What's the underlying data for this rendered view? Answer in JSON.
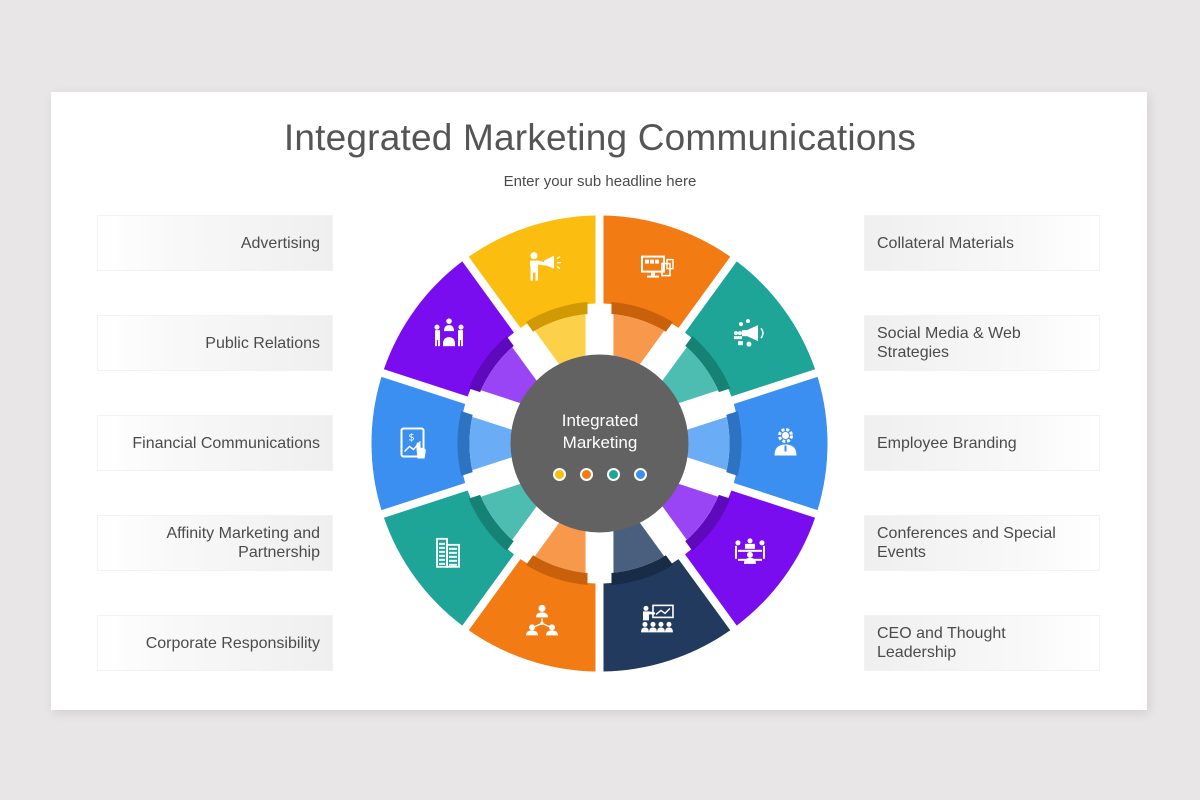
{
  "title": "Integrated Marketing Communications",
  "subtitle": "Enter your sub headline here",
  "center": {
    "line1": "Integrated",
    "line2": "Marketing",
    "fill": "#626262",
    "dots": [
      "#fbbd0f",
      "#f37b14",
      "#1ea597",
      "#3b8ff0"
    ]
  },
  "left_labels": [
    {
      "text": "Advertising"
    },
    {
      "text": "Public Relations"
    },
    {
      "text": "Financial Communications"
    },
    {
      "text": "Affinity Marketing and Partnership"
    },
    {
      "text": "Corporate Responsibility"
    }
  ],
  "right_labels": [
    {
      "text": "Collateral Materials"
    },
    {
      "text": "Social Media & Web Strategies"
    },
    {
      "text": "Employee Branding"
    },
    {
      "text": "Conferences and Special Events"
    },
    {
      "text": "CEO and Thought Leadership"
    }
  ],
  "segments": [
    {
      "name": "collateral-materials",
      "color": "#f37b14",
      "neck": "#f8984a",
      "shade": "#c9610c",
      "icon": "monitor-devices-icon"
    },
    {
      "name": "social-media-web",
      "color": "#1ea597",
      "neck": "#4dbdb1",
      "shade": "#168276",
      "icon": "social-megaphone-icon"
    },
    {
      "name": "employee-branding",
      "color": "#3b8ff0",
      "neck": "#6aacf5",
      "shade": "#2e72c2",
      "icon": "employee-gear-icon"
    },
    {
      "name": "conferences-events",
      "color": "#7a0cf0",
      "neck": "#9a45f5",
      "shade": "#5f09bd",
      "icon": "conference-table-icon"
    },
    {
      "name": "ceo-thought-leadership",
      "color": "#213a5e",
      "neck": "#4a5f7e",
      "shade": "#182b47",
      "icon": "presentation-audience-icon"
    },
    {
      "name": "corporate-responsibility",
      "color": "#f37b14",
      "neck": "#f8984a",
      "shade": "#c9610c",
      "icon": "org-hierarchy-icon"
    },
    {
      "name": "affinity-marketing",
      "color": "#1ea597",
      "neck": "#4dbdb1",
      "shade": "#168276",
      "icon": "buildings-icon"
    },
    {
      "name": "financial-communications",
      "color": "#3b8ff0",
      "neck": "#6aacf5",
      "shade": "#2e72c2",
      "icon": "tablet-finance-icon"
    },
    {
      "name": "public-relations",
      "color": "#7a0cf0",
      "neck": "#9a45f5",
      "shade": "#5f09bd",
      "icon": "press-conference-icon"
    },
    {
      "name": "advertising",
      "color": "#fbbd0f",
      "neck": "#fdd04a",
      "shade": "#d19a05",
      "icon": "megaphone-person-icon"
    }
  ]
}
